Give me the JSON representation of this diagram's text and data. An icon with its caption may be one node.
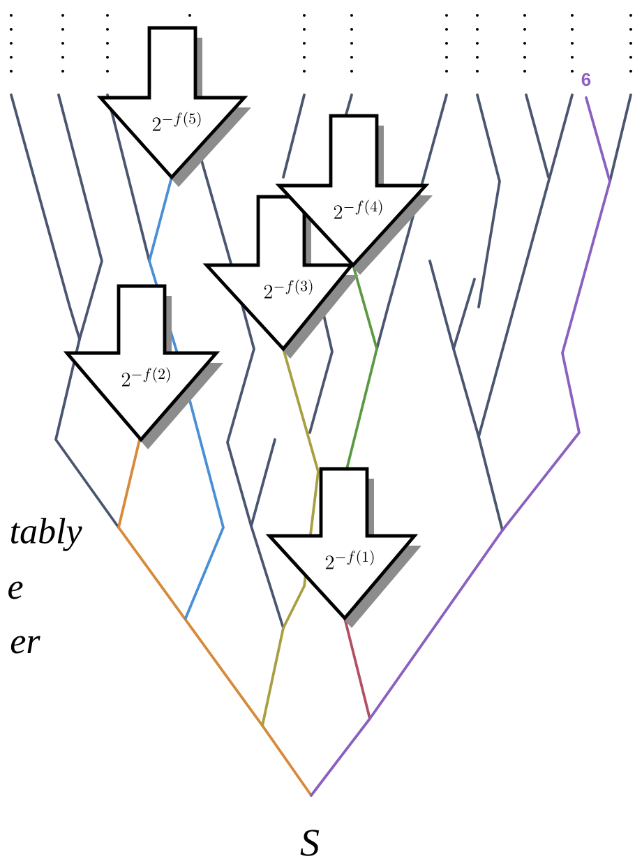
{
  "diagram": {
    "nodes": [
      {
        "text": [
          "2^{-f(5)}"
        ]
      },
      {
        "text": [
          "2^{-f(4)}"
        ]
      },
      {
        "text": [
          "2^{-f(3)}"
        ]
      },
      {
        "text": [
          "2^{-f(2)}"
        ]
      },
      {
        "text": [
          "2^{-f(1)}"
        ]
      }
    ],
    "labels": [
      "6",
      "tably",
      "e",
      "er",
      "S"
    ]
  }
}
